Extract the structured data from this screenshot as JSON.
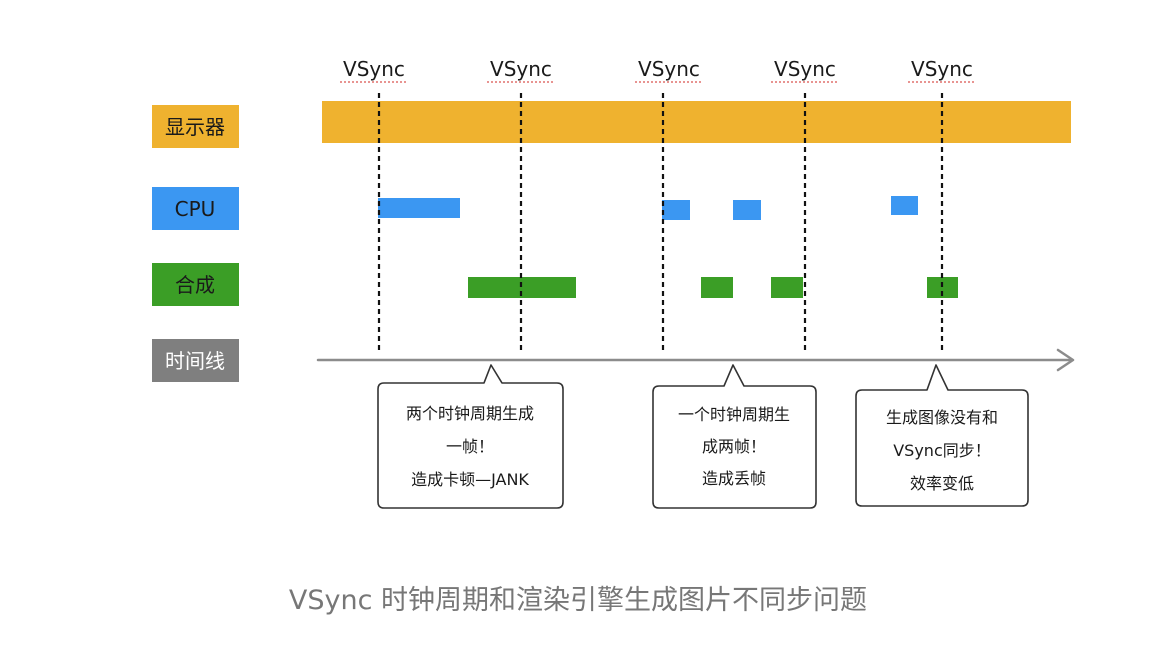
{
  "colors": {
    "display": "#efb22f",
    "cpu": "#3b97f2",
    "compose": "#3b9e26",
    "timeline_label": "#7f7f7f",
    "timeline_axis": "#8c8c8c",
    "row_text_dark": "#1a1a1a",
    "row_text_light": "#ffffff",
    "caption": "#777777"
  },
  "vsync": {
    "label": "VSync",
    "count": 5
  },
  "rows": {
    "display": "显示器",
    "cpu": "CPU",
    "compose": "合成",
    "timeline": "时间线"
  },
  "callouts": [
    {
      "lines": [
        "两个时钟周期生成",
        "一帧！",
        "造成卡顿—JANK"
      ]
    },
    {
      "lines": [
        "一个时钟周期生",
        "成两帧！",
        "造成丢帧"
      ]
    },
    {
      "lines": [
        "生成图像没有和",
        "VSync同步！",
        "效率变低"
      ]
    }
  ],
  "caption": "VSync 时钟周期和渲染引擎生成图片不同步问题"
}
